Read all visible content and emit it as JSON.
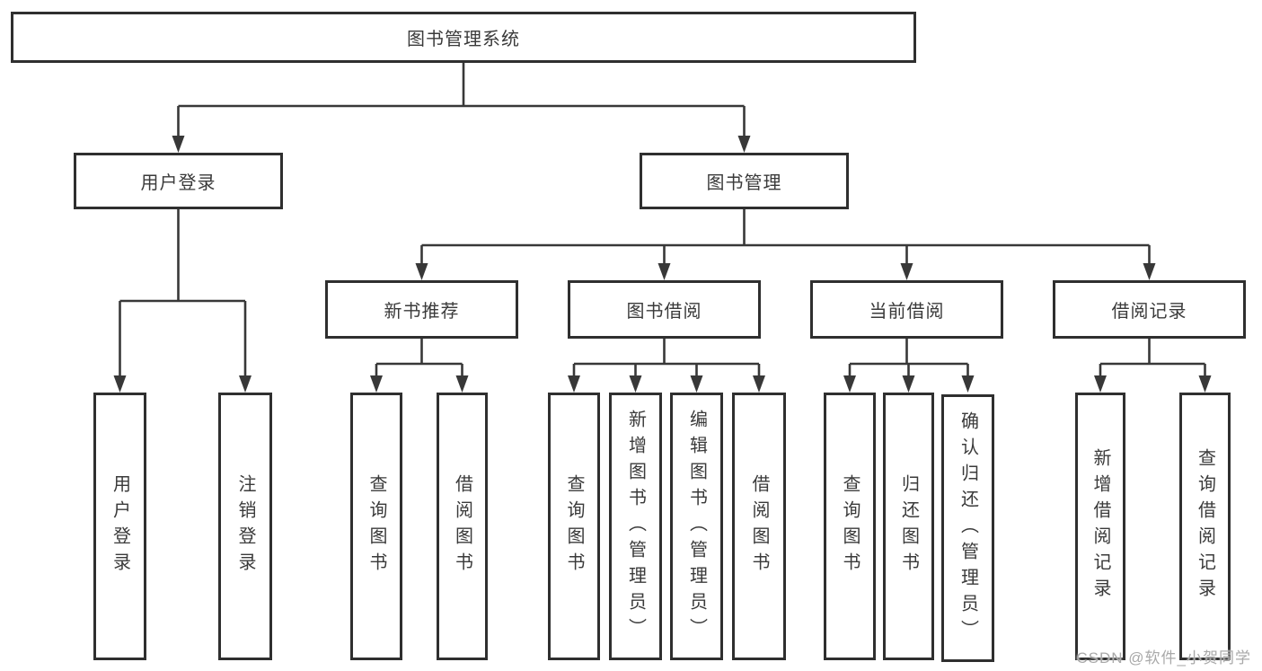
{
  "nodes": {
    "root": {
      "label": "图书管理系统"
    },
    "level2": [
      {
        "label": "用户登录"
      },
      {
        "label": "图书管理"
      }
    ],
    "level3": [
      {
        "label": "新书推荐",
        "parent": "图书管理"
      },
      {
        "label": "图书借阅",
        "parent": "图书管理"
      },
      {
        "label": "当前借阅",
        "parent": "图书管理"
      },
      {
        "label": "借阅记录",
        "parent": "图书管理"
      }
    ],
    "leaves": [
      {
        "label": "用户登录",
        "parent": "用户登录"
      },
      {
        "label": "注销登录",
        "parent": "用户登录"
      },
      {
        "label": "查询图书",
        "parent": "新书推荐"
      },
      {
        "label": "借阅图书",
        "parent": "新书推荐"
      },
      {
        "label": "查询图书",
        "parent": "图书借阅"
      },
      {
        "label": "新增图书（管理员）",
        "parent": "图书借阅"
      },
      {
        "label": "编辑图书（管理员）",
        "parent": "图书借阅"
      },
      {
        "label": "借阅图书",
        "parent": "图书借阅"
      },
      {
        "label": "查询图书",
        "parent": "当前借阅"
      },
      {
        "label": "归还图书",
        "parent": "当前借阅"
      },
      {
        "label": "确认归还（管理员）",
        "parent": "当前借阅"
      },
      {
        "label": "新增借阅记录",
        "parent": "借阅记录"
      },
      {
        "label": "查询借阅记录",
        "parent": "借阅记录"
      }
    ]
  },
  "watermark": "CSDN @软件_小贺同学",
  "colors": {
    "line": "#383838",
    "box_border": "#2f2f2f",
    "text": "#3a3a3a",
    "watermark": "#a9a9a9",
    "background": "#ffffff"
  }
}
